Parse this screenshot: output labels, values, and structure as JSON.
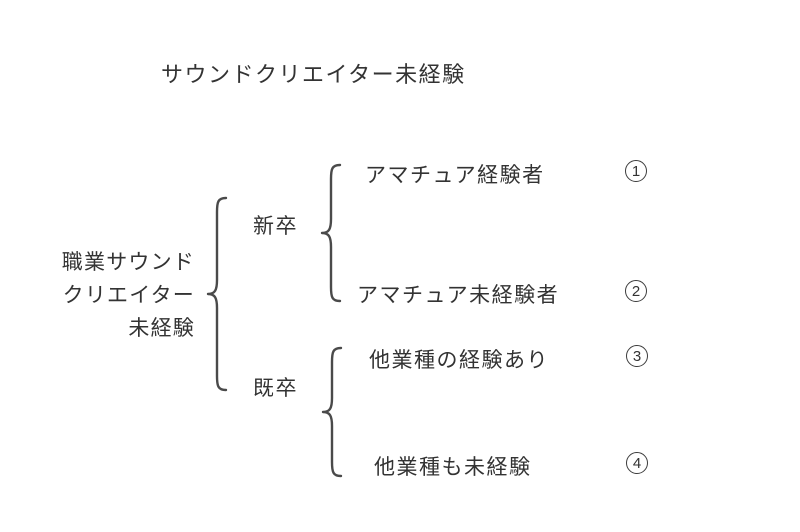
{
  "title": "サウンドクリエイター未経験",
  "root": {
    "label_lines": [
      "職業サウンド",
      "クリエイター",
      "未経験"
    ]
  },
  "branches": [
    {
      "label": "新卒",
      "children": [
        {
          "label": "アマチュア経験者",
          "number": "1"
        },
        {
          "label": "アマチュア未経験者",
          "number": "2"
        }
      ]
    },
    {
      "label": "既卒",
      "children": [
        {
          "label": "他業種の経験あり",
          "number": "3"
        },
        {
          "label": "他業種も未経験",
          "number": "4"
        }
      ]
    }
  ],
  "colors": {
    "text": "#333333",
    "brace": "#4a4a4a",
    "background": "#ffffff"
  }
}
